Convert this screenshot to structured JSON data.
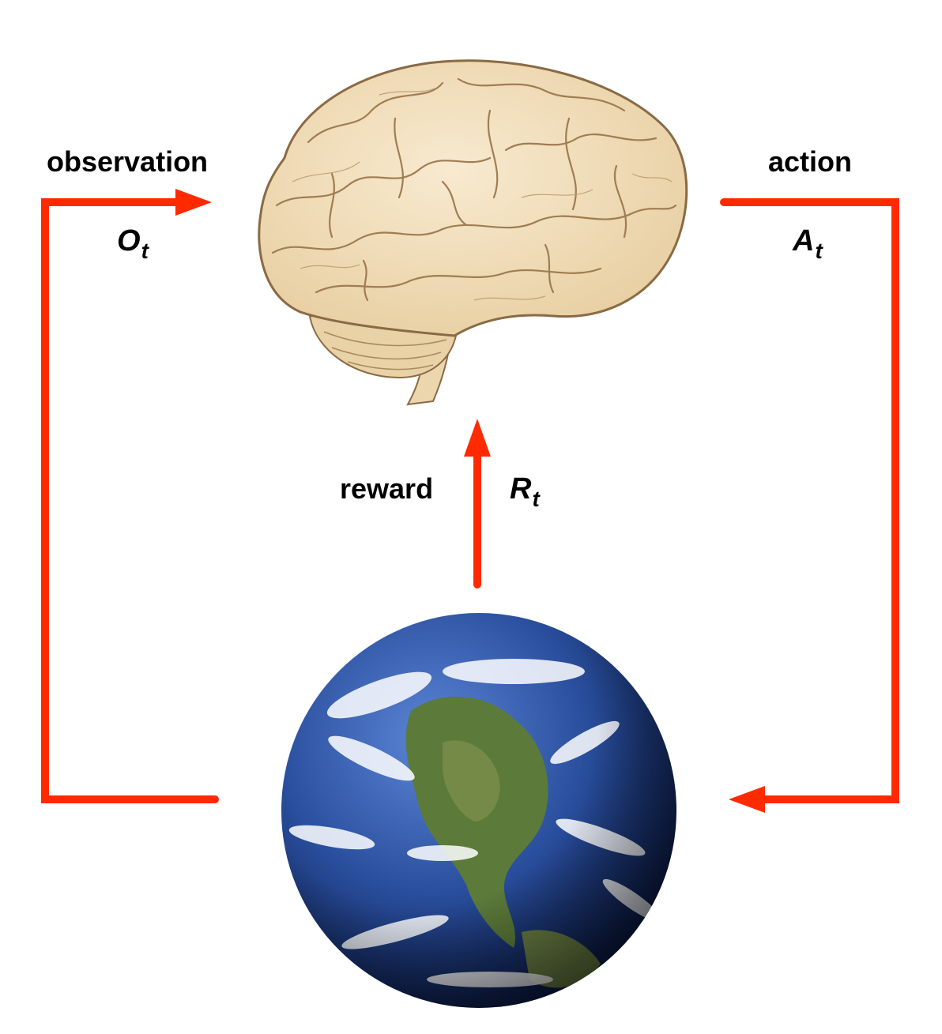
{
  "labels": {
    "observation": "observation",
    "action": "action",
    "reward": "reward"
  },
  "symbols": {
    "observation": {
      "base": "O",
      "sub": "t"
    },
    "action": {
      "base": "A",
      "sub": "t"
    },
    "reward": {
      "base": "R",
      "sub": "t"
    }
  },
  "colors": {
    "arrow": "#ff2a00",
    "brain_fill": "#f3e2c0",
    "brain_outline": "#8a6a45",
    "ocean": "#1d3f8f",
    "land": "#5c7a3a",
    "clouds": "#ffffff"
  },
  "icons": {
    "agent": "brain-icon",
    "environment": "earth-globe-icon"
  }
}
